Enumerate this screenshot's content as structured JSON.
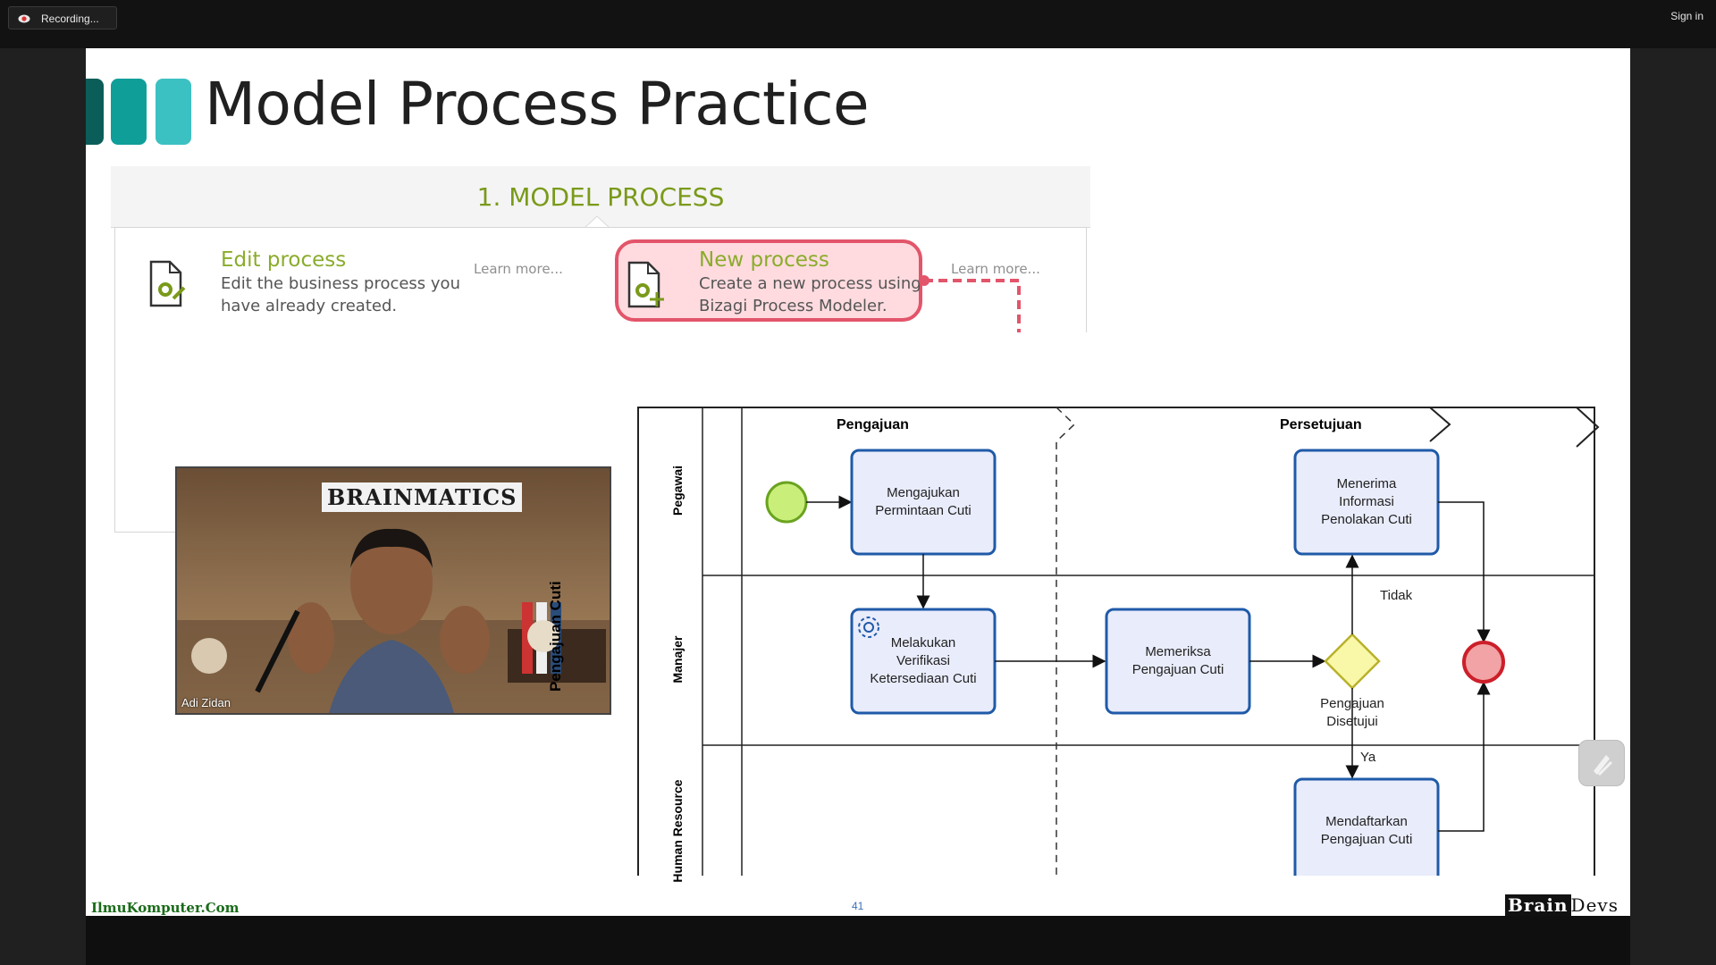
{
  "recording": {
    "label": "Recording..."
  },
  "window": {
    "sign_in": "Sign in"
  },
  "slide": {
    "title": "Model Process Practice",
    "accent_colors": [
      "#0b5d5a",
      "#109e99",
      "#3cc1c2"
    ],
    "section_header": "1. MODEL PROCESS",
    "options": [
      {
        "title": "Edit process",
        "desc_line1": "Edit the business process you",
        "desc_line2": "have already created.",
        "learn_more": "Learn more...",
        "icon": "document-gear-edit-icon"
      },
      {
        "title": "New process",
        "desc_line1": "Create a new process using",
        "desc_line2": "Bizagi Process Modeler.",
        "learn_more": "Learn more...",
        "icon": "document-gear-add-icon"
      }
    ],
    "footer": {
      "left": "IlmuKomputer.Com",
      "page_number": "41",
      "right_bold": "Brain",
      "right_rest": "Devs"
    }
  },
  "video": {
    "participant_name": "Adi Zidan",
    "logo_text": "BRAINMATICS"
  },
  "diagram": {
    "pool": "Pengajuan Cuti",
    "lanes": [
      "Pegawai",
      "Manajer",
      "Human Resource"
    ],
    "phases": [
      "Pengajuan",
      "Persetujuan"
    ],
    "tasks": {
      "mengajukan": [
        "Mengajukan",
        "Permintaan Cuti"
      ],
      "verifikasi": [
        "Melakukan",
        "Verifikasi",
        "Ketersediaan Cuti"
      ],
      "memeriksa": [
        "Memeriksa",
        "Pengajuan Cuti"
      ],
      "menerima": [
        "Menerima",
        "Informasi",
        "Penolakan Cuti"
      ],
      "mendaftarkan": [
        "Mendaftarkan",
        "Pengajuan Cuti"
      ]
    },
    "gateway_label": [
      "Pengajuan",
      "Disetujui"
    ],
    "flow_labels": {
      "no": "Tidak",
      "yes": "Ya"
    }
  }
}
